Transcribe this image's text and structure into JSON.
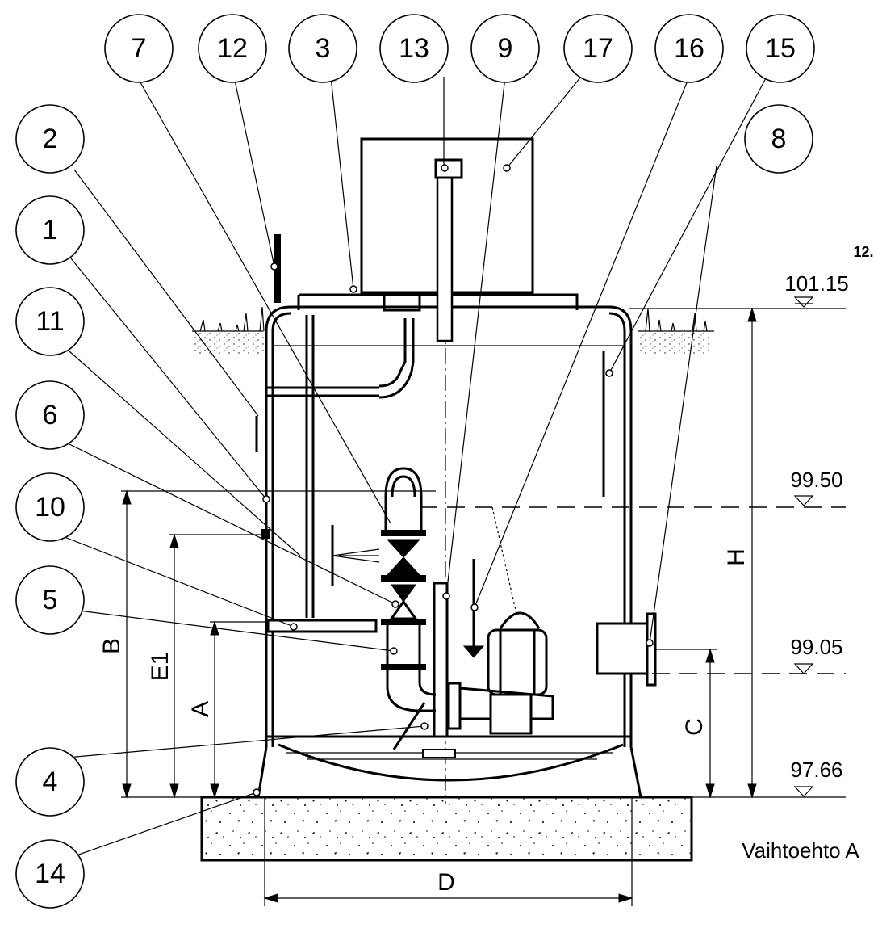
{
  "callouts": [
    "7",
    "12",
    "3",
    "13",
    "9",
    "17",
    "16",
    "15",
    "2",
    "8",
    "1",
    "11",
    "6",
    "10",
    "5",
    "4",
    "14"
  ],
  "levels": [
    "101.15",
    "99.50",
    "99.05",
    "97.66"
  ],
  "dimensions": {
    "B": "B",
    "E1": "E1",
    "A": "A",
    "H": "H",
    "C": "C",
    "D": "D"
  },
  "caption": "Vaihtoehto A",
  "corner_mark": "12."
}
